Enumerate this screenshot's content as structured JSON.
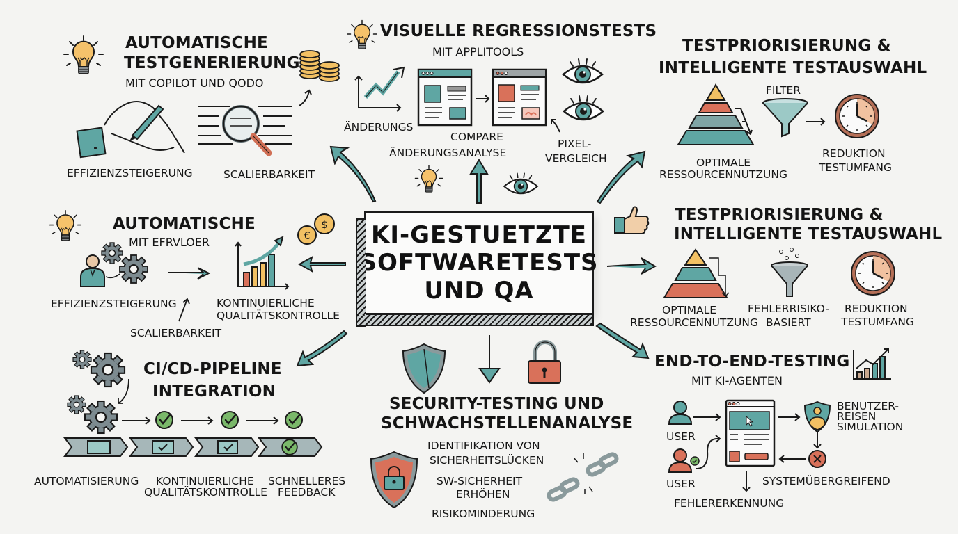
{
  "colors": {
    "teal": "#5fa6a3",
    "teal_dark": "#3e8582",
    "orange_red": "#d9715a",
    "yellow": "#f2c063",
    "gray": "#7d8b90",
    "green": "#7ab86a",
    "background": "#f4f4f2",
    "ink": "#151515"
  },
  "center": {
    "lines": [
      "KI-Gestuetzte",
      "Softwaretests",
      "und QA"
    ]
  },
  "nodes": {
    "auto_testgen": {
      "title_lines": [
        "Automatische",
        "Testgenerierung"
      ],
      "subtitle": "mit Copilot und Qodo",
      "labels": [
        "Effizienzsteigerung",
        "Scalierbarkeit"
      ],
      "icons": [
        "lightbulb-icon",
        "hand-writing-icon",
        "magnifier-icon",
        "coins-icon"
      ]
    },
    "visual_regression": {
      "title": "Visuelle Regressionstests",
      "subtitle": "mit Applitools",
      "labels": [
        "Änderungs",
        "Compare",
        "Änderungsanalyse",
        "Pixel-",
        "Vergleich"
      ],
      "icons": [
        "lightbulb-icon",
        "trend-chart-icon",
        "browser-window-icon",
        "eye-icon"
      ]
    },
    "test_priorization_top": {
      "title_lines": [
        "Testpriorisierung &",
        "Intelligente Testauswahl"
      ],
      "labels": [
        "Filter",
        "Optimale",
        "Ressourcennutzung",
        "Reduktion",
        "Testumfang"
      ],
      "icons": [
        "pyramid-icon",
        "funnel-icon",
        "clock-icon"
      ]
    },
    "auto_left": {
      "title": "Automatische",
      "subtitle": "mit Efrvloer",
      "labels": [
        "Effizienzsteigerung",
        "Scalierbarkeit",
        "Kontinuierliche",
        "Qualitätskontrolle"
      ],
      "icons": [
        "lightbulb-icon",
        "user-icon",
        "gears-icon",
        "bar-chart-icon",
        "coins-icon"
      ]
    },
    "test_priorization_right": {
      "title_lines": [
        "Testpriorisierung &",
        "Intelligente Testauswahl"
      ],
      "labels": [
        "Optimale",
        "Ressourcennutzung",
        "Fehlerrisiko-",
        "basiert",
        "Reduktion",
        "Testumfang"
      ],
      "icons": [
        "thumbs-up-icon",
        "pyramid-icon",
        "funnel-icon",
        "clock-icon"
      ]
    },
    "cicd": {
      "title_lines": [
        "CI/CD-Pipeline",
        "Integration"
      ],
      "labels": [
        "Automatisierung",
        "Kontinuierliche",
        "Qualitätskontrolle",
        "Schnelleres",
        "Feedback"
      ],
      "icons": [
        "gears-icon",
        "check-circle-icon",
        "pipeline-arrow-icon"
      ]
    },
    "security": {
      "title_lines": [
        "Security-Testing und",
        "Schwachstellenanalyse"
      ],
      "labels": [
        "Identifikation von",
        "Sicherheitslücken",
        "SW-Sicherheit",
        "erhöhen",
        "Risikominderung"
      ],
      "icons": [
        "shield-icon",
        "padlock-icon",
        "shield-lock-icon",
        "broken-chain-icon"
      ]
    },
    "e2e": {
      "title": "End-to-End-Testing",
      "subtitle": "mit KI-Agenten",
      "labels": [
        "User",
        "User",
        "Benutzer-",
        "reisen",
        "Simulation",
        "Systemübergreifend",
        "Fehlererkennung"
      ],
      "icons": [
        "bar-chart-icon",
        "user-icon",
        "browser-window-icon",
        "shield-user-icon",
        "error-x-icon"
      ]
    }
  }
}
